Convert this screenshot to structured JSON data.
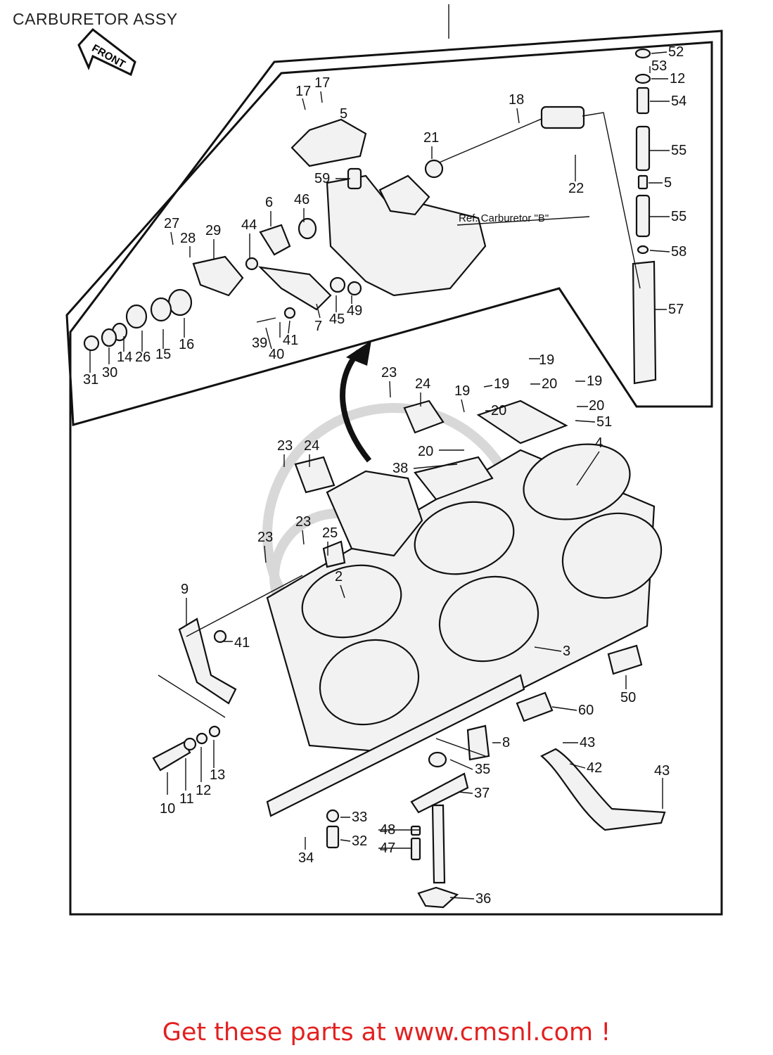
{
  "title": "CARBURETOR ASSY",
  "front_label": "FRONT",
  "reference_note": "Ref. Carburetor \"B\"",
  "footer": "Get these parts at www.cmsnl.com !",
  "callouts": [
    "52",
    "53",
    "12",
    "54",
    "55",
    "5",
    "55",
    "58",
    "57",
    "17",
    "17",
    "5",
    "18",
    "21",
    "22",
    "59",
    "46",
    "6",
    "27",
    "28",
    "29",
    "44",
    "16",
    "15",
    "26",
    "14",
    "30",
    "31",
    "39",
    "40",
    "41",
    "7",
    "45",
    "49",
    "23",
    "24",
    "19",
    "19",
    "20",
    "19",
    "20",
    "19",
    "20",
    "51",
    "4",
    "20",
    "23",
    "24",
    "38",
    "23",
    "25",
    "23",
    "2",
    "9",
    "41",
    "3",
    "50",
    "60",
    "8",
    "43",
    "35",
    "42",
    "43",
    "37",
    "10",
    "11",
    "12",
    "13",
    "33",
    "32",
    "34",
    "48",
    "47",
    "36"
  ]
}
